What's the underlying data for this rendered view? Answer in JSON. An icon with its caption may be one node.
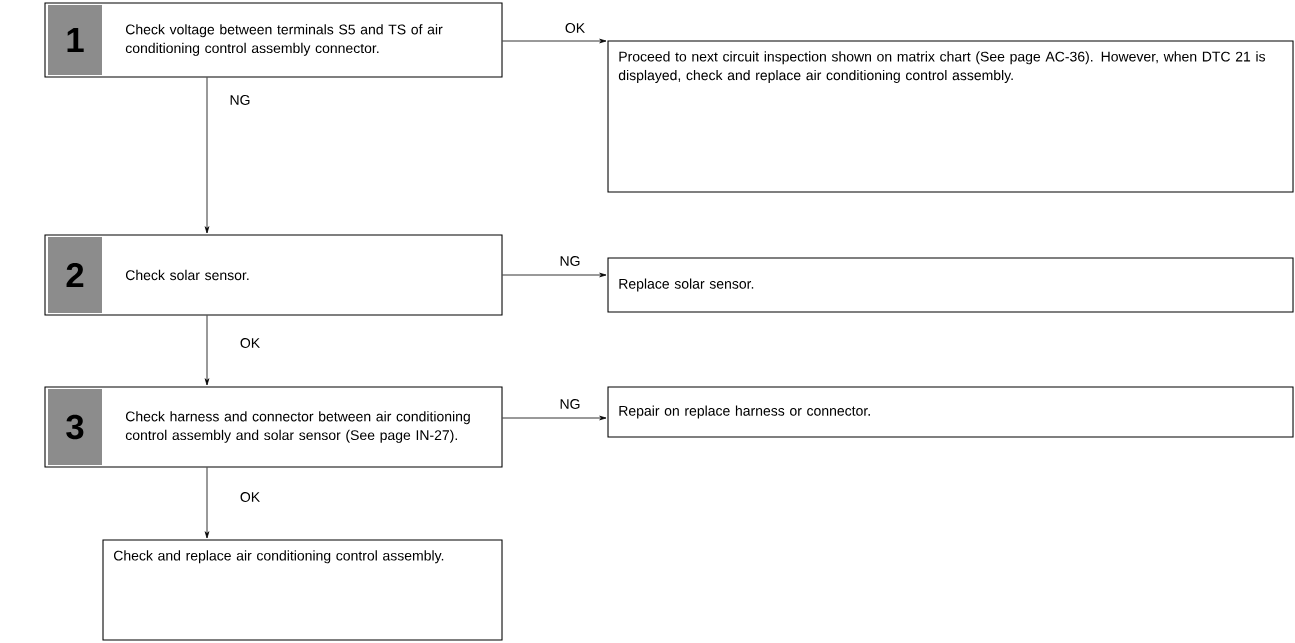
{
  "diagram": {
    "nodes": [
      {
        "text": [
          "1",
          "Check voltage between terminals S5 and TS of air conditioning control assembly connector."
        ]
      },
      {
        "text": [
          "Proceed to next circuit inspection shown on matrix chart (See page AC-36). However, when DTC 21 is displayed, check and replace air conditioning control assembly."
        ]
      },
      {
        "text": [
          "2",
          "Check solar sensor."
        ]
      },
      {
        "text": [
          "Replace solar sensor."
        ]
      },
      {
        "text": [
          "3",
          "Check harness and connector between air conditioning control assembly and solar sensor (See page IN-27)."
        ]
      },
      {
        "text": [
          "Repair on replace harness or connector."
        ]
      },
      {
        "text": [
          "Check and replace air conditioning control assembly."
        ]
      }
    ],
    "edges": [
      {
        "from": 0,
        "to": 1,
        "arrow": "to",
        "label": "OK"
      },
      {
        "from": 0,
        "to": 2,
        "arrow": "to",
        "label": "NG"
      },
      {
        "from": 2,
        "to": 3,
        "arrow": "to",
        "label": "NG"
      },
      {
        "from": 2,
        "to": 4,
        "arrow": "to",
        "label": "OK"
      },
      {
        "from": 4,
        "to": 5,
        "arrow": "to",
        "label": "NG"
      },
      {
        "from": 4,
        "to": 6,
        "arrow": "to",
        "label": "OK"
      }
    ]
  }
}
